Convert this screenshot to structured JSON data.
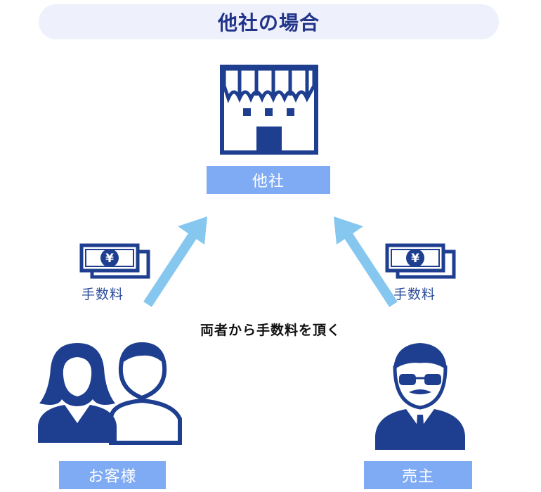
{
  "title": "他社の場合",
  "store": {
    "label": "他社",
    "icon": "store-icon"
  },
  "center_text": "両者から手数料を頂く",
  "left_fee": {
    "label": "手数料",
    "icon": "yen-money-icon"
  },
  "right_fee": {
    "label": "手数料",
    "icon": "yen-money-icon"
  },
  "customers": {
    "label": "お客様",
    "icon": "customers-icon"
  },
  "seller": {
    "label": "売主",
    "icon": "seller-icon"
  },
  "colors": {
    "icon_blue": "#1e3e8f",
    "label_blue": "#7faaf4",
    "arrow_blue": "#86c7ef",
    "title_bg": "#eef1fb",
    "title_text": "#22338a"
  }
}
